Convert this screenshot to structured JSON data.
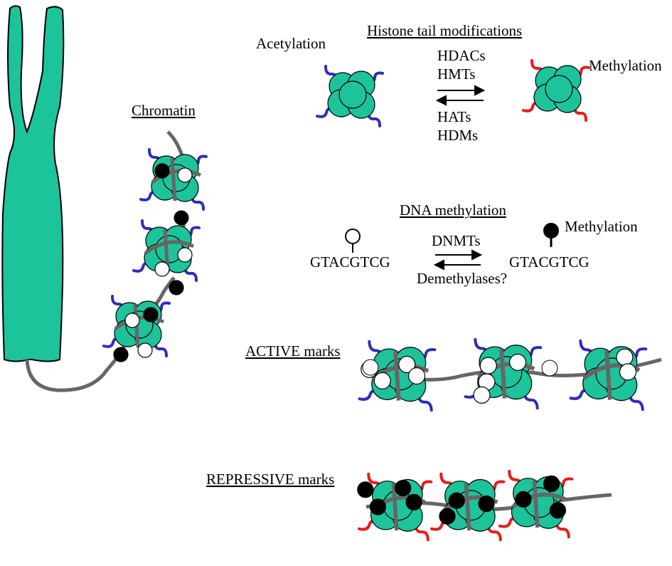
{
  "labels": {
    "chromatin": "Chromatin",
    "histone_title": "Histone tail modifications",
    "acetylation": "Acetylation",
    "methylation_histone": "Methylation",
    "hdacs": "HDACs",
    "hmts": "HMTs",
    "hats": "HATs",
    "hdms": "HDMs",
    "dna_title": "DNA methylation",
    "dnmts": "DNMTs",
    "demethylases": "Demethylases?",
    "seq_left": "GTACGTCG",
    "seq_right": "GTACGTCG",
    "methylation_dna": "Methylation",
    "active": "ACTIVE marks",
    "repressive": "REPRESSIVE marks"
  },
  "colors": {
    "nucleosome": "#1dc39a",
    "dna_strand": "#666666",
    "acetyl_tail": "#2e2eb8",
    "methyl_tail": "#e61c1c",
    "methyl_dot": "#000000",
    "unmethyl_dot": "#ffffff"
  }
}
